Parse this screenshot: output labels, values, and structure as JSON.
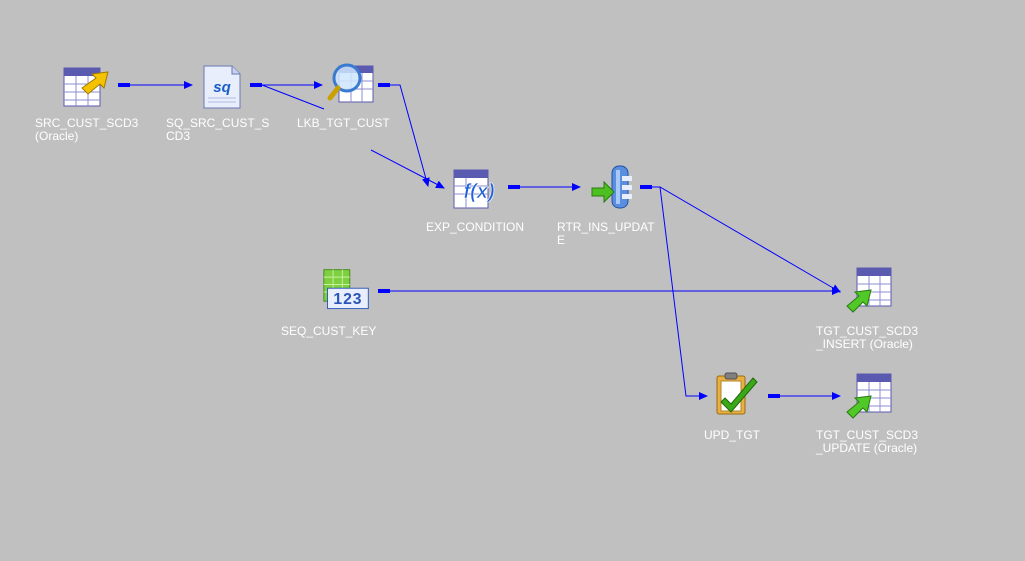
{
  "canvas": {
    "background": "#c0c0c0",
    "link_color": "#0000ff",
    "label_color": "#ffffff"
  },
  "nodes": {
    "src": {
      "label": "SRC_CUST_SCD3 (Oracle)",
      "type": "source-definition",
      "icon": "source-table-icon"
    },
    "sq": {
      "label": "SQ_SRC_CUST_SCD3",
      "type": "source-qualifier",
      "icon": "source-qualifier-icon",
      "icon_text": "sq"
    },
    "lkp": {
      "label": "LKB_TGT_CUST",
      "type": "lookup",
      "icon": "lookup-icon"
    },
    "exp": {
      "label": "EXP_CONDITION",
      "type": "expression",
      "icon": "expression-icon",
      "icon_text": "f(x)"
    },
    "rtr": {
      "label": "RTR_INS_UPDATE",
      "type": "router",
      "icon": "router-icon"
    },
    "seq": {
      "label": "SEQ_CUST_KEY",
      "type": "sequence-generator",
      "icon": "sequence-icon",
      "icon_text": "123"
    },
    "tgt_ins": {
      "label": "TGT_CUST_SCD3_INSERT (Oracle)",
      "type": "target-definition",
      "icon": "target-table-icon"
    },
    "upd": {
      "label": "UPD_TGT",
      "type": "update-strategy",
      "icon": "update-strategy-icon"
    },
    "tgt_upd": {
      "label": "TGT_CUST_SCD3_UPDATE (Oracle)",
      "type": "target-definition",
      "icon": "target-table-icon"
    }
  }
}
